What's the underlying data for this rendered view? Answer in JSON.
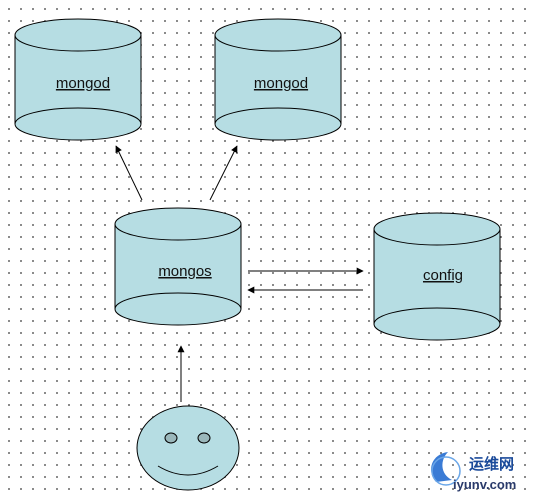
{
  "diagram": {
    "nodes": [
      {
        "id": "mongod-1",
        "label": "mongod",
        "shape": "cylinder"
      },
      {
        "id": "mongod-2",
        "label": "mongod",
        "shape": "cylinder"
      },
      {
        "id": "mongos",
        "label": "mongos",
        "shape": "cylinder"
      },
      {
        "id": "config",
        "label": "config",
        "shape": "cylinder"
      },
      {
        "id": "client",
        "label": "",
        "shape": "smiley-face"
      }
    ],
    "edges": [
      {
        "from": "mongos",
        "to": "mongod-1"
      },
      {
        "from": "mongos",
        "to": "mongod-2"
      },
      {
        "from": "mongos",
        "to": "config"
      },
      {
        "from": "config",
        "to": "mongos"
      },
      {
        "from": "client",
        "to": "mongos"
      }
    ]
  },
  "colors": {
    "cylinder_fill": "#b6dde3",
    "face_fill": "#b6dde3",
    "stroke": "#000000"
  },
  "watermark": {
    "text_cn": "运维网",
    "text_en": "iyunv.com"
  }
}
